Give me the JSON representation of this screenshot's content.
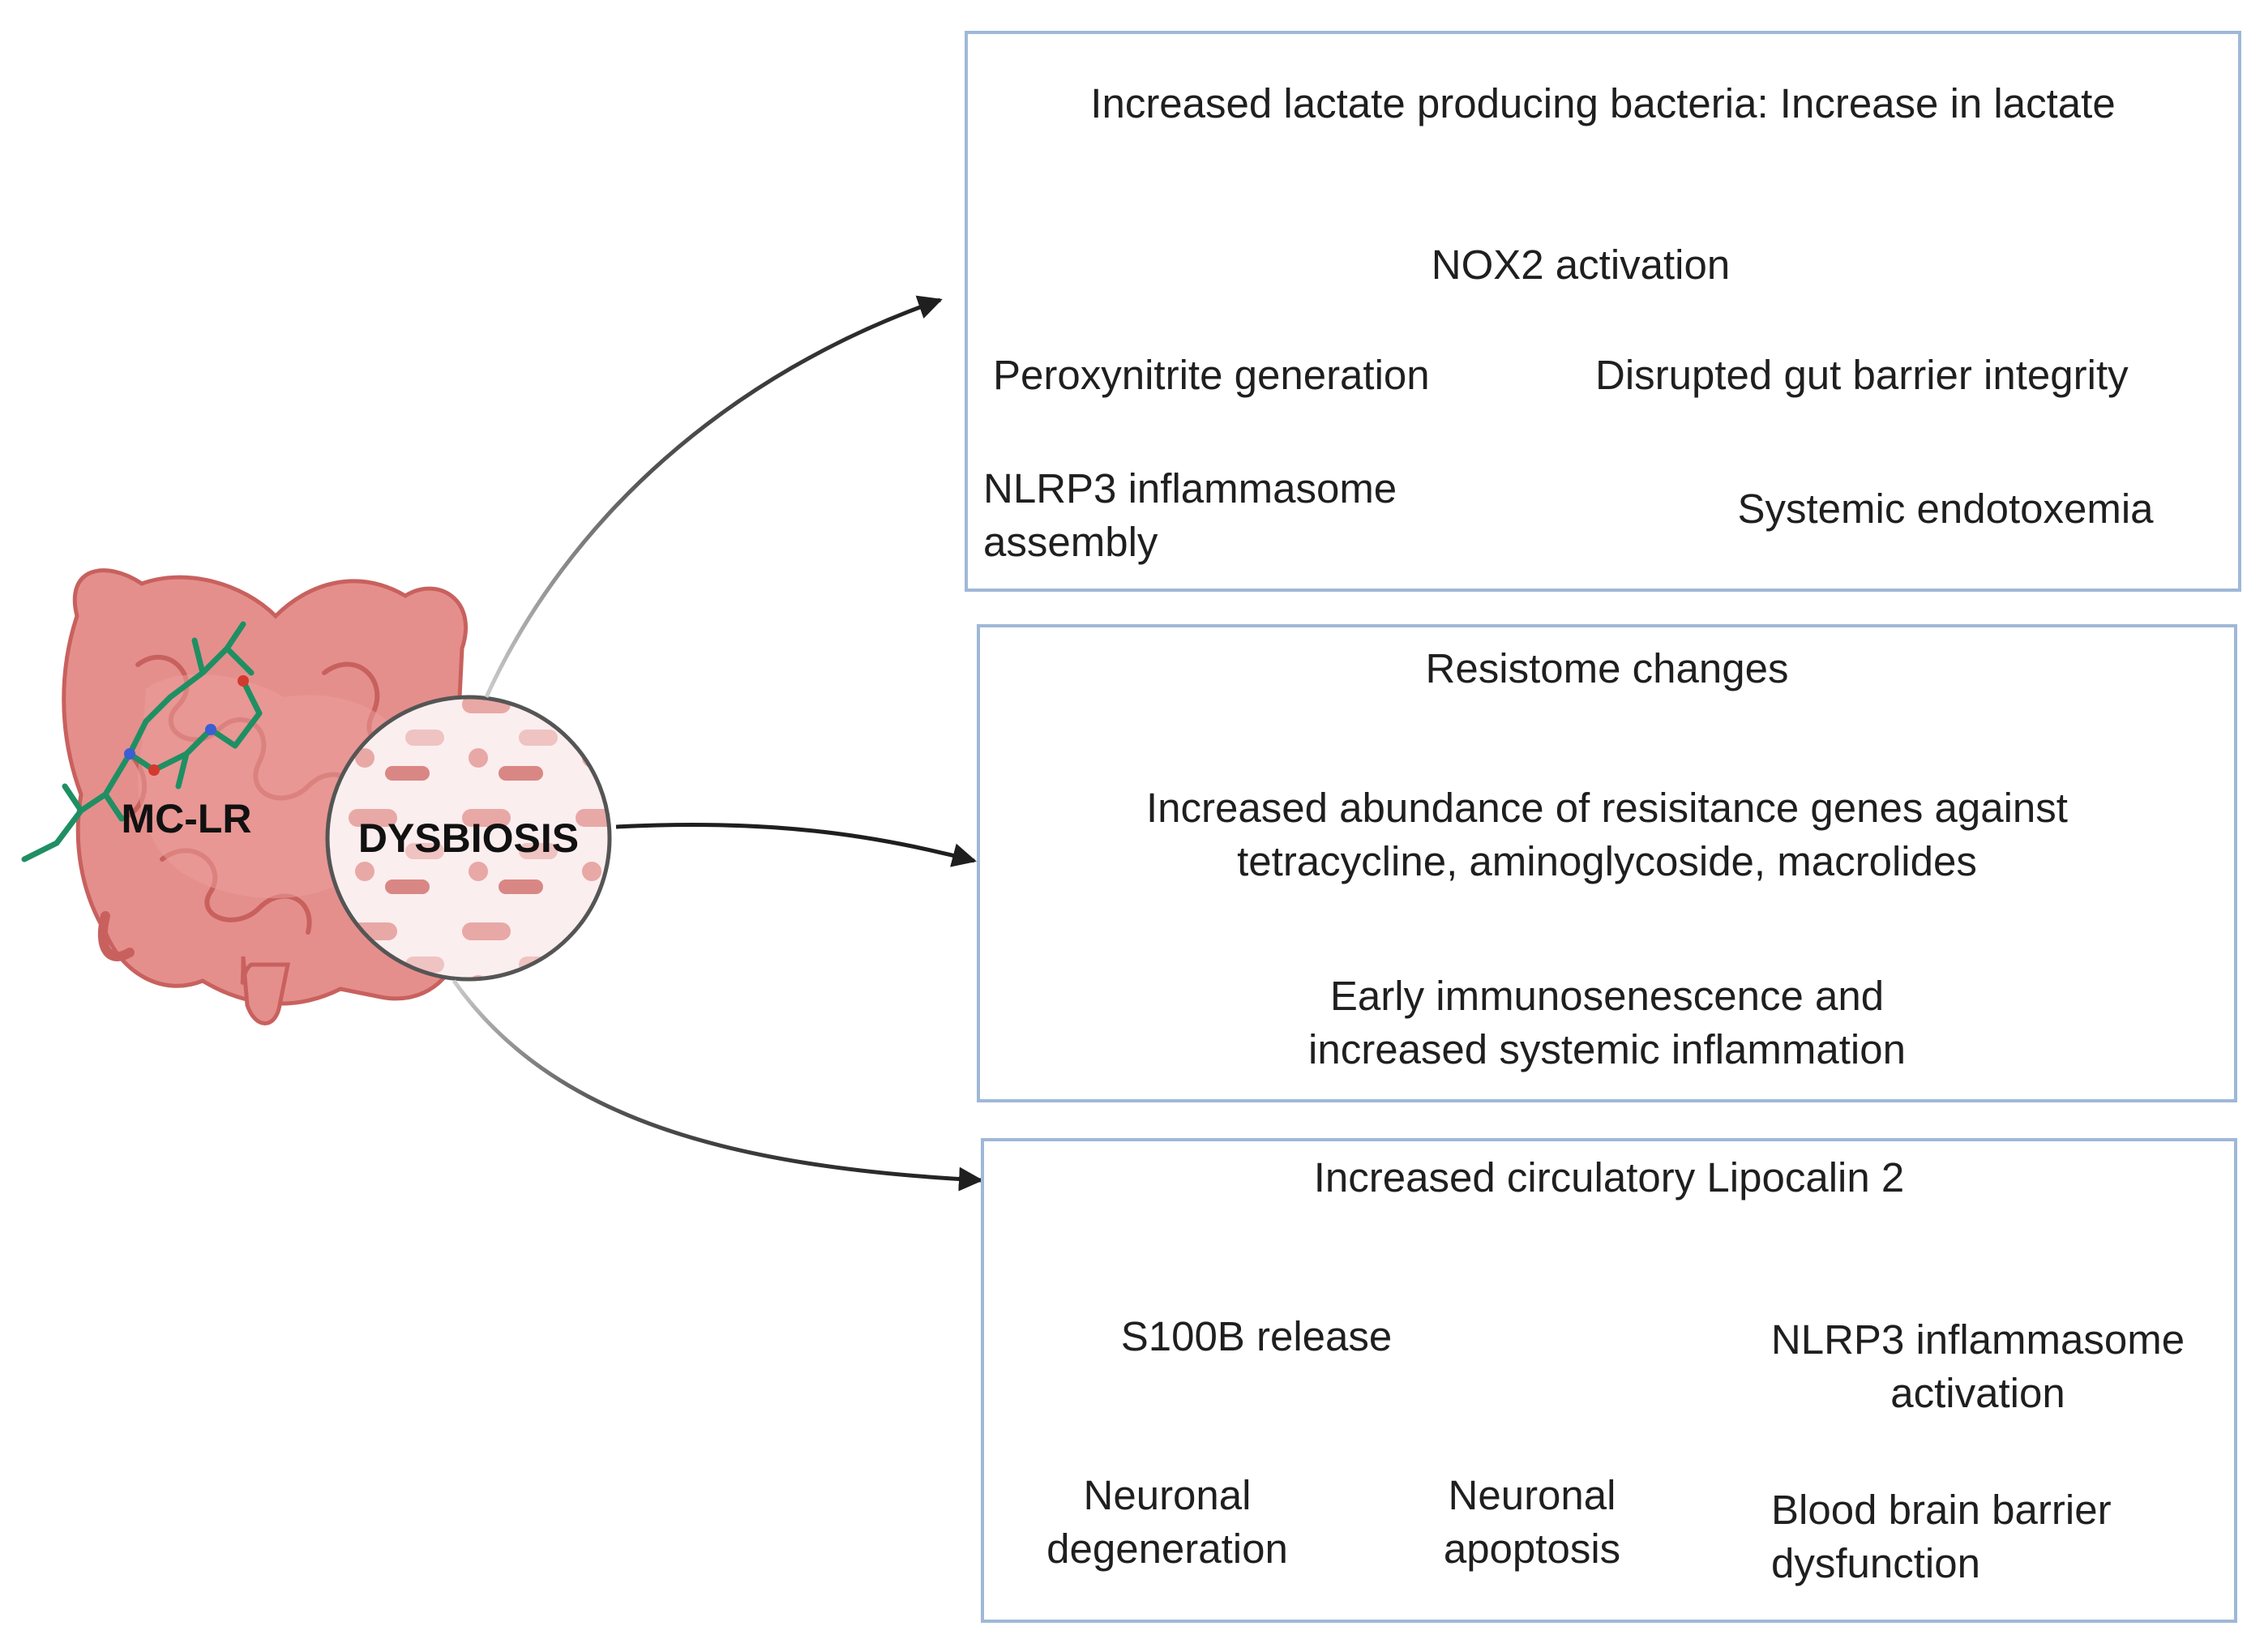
{
  "labels": {
    "mc_lr": "MC-LR",
    "dysbiosis": "DYSBIOSIS"
  },
  "panel1": {
    "lactate": "Increased lactate producing bacteria: Increase in lactate",
    "nox2": "NOX2 activation",
    "peroxynitrite": "Peroxynitrite generation",
    "gut_barrier": "Disrupted gut barrier integrity",
    "nlrp3_line1": "NLRP3 inflammasome",
    "nlrp3_line2": "assembly",
    "endotoxemia": "Systemic endotoxemia"
  },
  "panel2": {
    "resistome": "Resistome changes",
    "genes_line1": "Increased abundance of resisitance genes against",
    "genes_line2": "tetracycline, aminoglycoside, macrolides",
    "immuno_line1": "Early immunosenescence and",
    "immuno_line2": "increased systemic inflammation"
  },
  "panel3": {
    "lipocalin": "Increased circulatory Lipocalin 2",
    "s100b": "S100B release",
    "nlrp3_line1": "NLRP3 inflammasome",
    "nlrp3_line2": "activation",
    "degeneration_line1": "Neuronal",
    "degeneration_line2": "degeneration",
    "apoptosis_line1": "Neuronal",
    "apoptosis_line2": "apoptosis",
    "bbb_line1": "Blood brain barrier",
    "bbb_line2": "dysfunction"
  },
  "colors": {
    "panel_border": "#9fb8d8",
    "gut_pink": "#e58f8c",
    "gut_dark": "#c8615e",
    "molecule_green": "#1f8f63",
    "arrow": "#1f1f1f"
  }
}
